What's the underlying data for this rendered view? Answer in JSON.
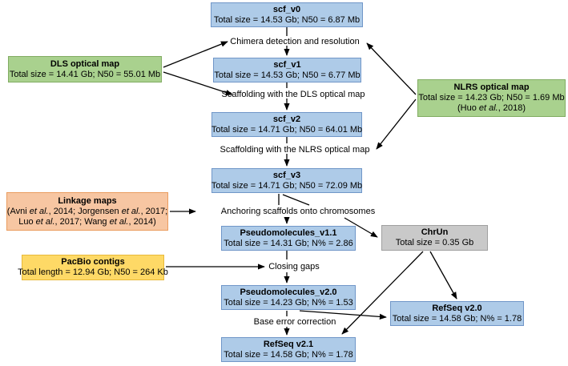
{
  "diagram": {
    "colors": {
      "assembly_fill": "#aecbe8",
      "assembly_border": "#7096c8",
      "map_fill": "#a9d18e",
      "map_border": "#81ac62",
      "linkage_fill": "#f7c6a2",
      "linkage_border": "#ea9c5f",
      "contigs_fill": "#fed966",
      "contigs_border": "#e8b93a",
      "chrun_fill": "#c9c9c9",
      "chrun_border": "#a0a0a0"
    },
    "steps": [
      "Chimera detection and resolution",
      "Scaffolding with the DLS optical map",
      "Scaffolding with the NLRS optical map",
      "Anchoring scaffolds onto chromosomes",
      "Closing gaps",
      "Base error correction"
    ],
    "nodes": [
      {
        "title": "scf_v0",
        "line2": "Total size = 14.53 Gb; N50 = 6.87 Mb"
      },
      {
        "title": "DLS optical map",
        "line2": "Total size = 14.41 Gb; N50 = 55.01 Mb"
      },
      {
        "title": "scf_v1",
        "line2": "Total size = 14.53 Gb; N50 = 6.77 Mb"
      },
      {
        "title": "NLRS optical map",
        "line2": "Total size = 14.23 Gb; N50 = 1.69 Mb",
        "line3": "(Huo et al., 2018)"
      },
      {
        "title": "scf_v2",
        "line2": "Total size = 14.71 Gb; N50 = 64.01 Mb"
      },
      {
        "title": "scf_v3",
        "line2": "Total size = 14.71 Gb; N50 = 72.09 Mb"
      },
      {
        "title": "Linkage maps",
        "line2": "(Avni et al., 2014; Jorgensen et al., 2017;",
        "line3": "Luo et al., 2017; Wang et al., 2014)"
      },
      {
        "title": "Pseudomolecules_v1.1",
        "line2": "Total size = 14.31 Gb; N% = 2.86"
      },
      {
        "title": "ChrUn",
        "line2": "Total size = 0.35 Gb"
      },
      {
        "title": "PacBio contigs",
        "line2": "Total length = 12.94 Gb; N50 = 264 Kb"
      },
      {
        "title": "Pseudomolecules_v2.0",
        "line2": "Total size = 14.23 Gb; N% = 1.53"
      },
      {
        "title": "RefSeq v2.0",
        "line2": "Total size = 14.58 Gb; N% = 1.78"
      },
      {
        "title": "RefSeq v2.1",
        "line2": "Total size = 14.58 Gb; N% = 1.78"
      }
    ]
  }
}
